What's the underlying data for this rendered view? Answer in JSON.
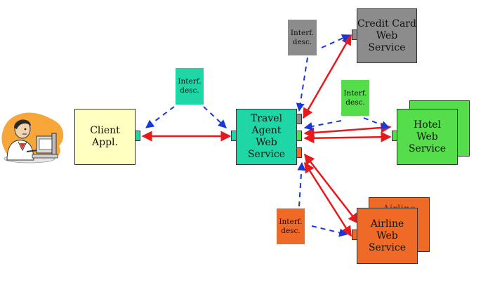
{
  "nodes": {
    "client": {
      "label": "Client\nAppl.",
      "color": "#ffffc0"
    },
    "travel_agent": {
      "label": "Travel Agent\nWeb\nService",
      "color": "#1fd6a6"
    },
    "credit_card": {
      "label": "Credit Card\nWeb\nService",
      "color": "#8c8c8c"
    },
    "hotel": {
      "label": "Hotel\nWeb\nService",
      "color": "#55dd4b"
    },
    "airline": {
      "label": "Airline\nWeb\nService",
      "back_label": "Airline",
      "color": "#ee6a26"
    }
  },
  "interfaces": {
    "client_desc": {
      "label": "Interf.\ndesc.",
      "color": "#1fd6a6"
    },
    "credit_desc": {
      "label": "Interf.\ndesc.",
      "color": "#8c8c8c"
    },
    "hotel_desc": {
      "label": "Interf.\ndesc.",
      "color": "#55dd4b"
    },
    "airline_desc": {
      "label": "Interf.\ndesc.",
      "color": "#ee6a26"
    }
  },
  "colors": {
    "message_arrow": "#e8191c",
    "description_arrow": "#1838d8"
  },
  "icons": {
    "user": "user-at-computer-icon"
  }
}
